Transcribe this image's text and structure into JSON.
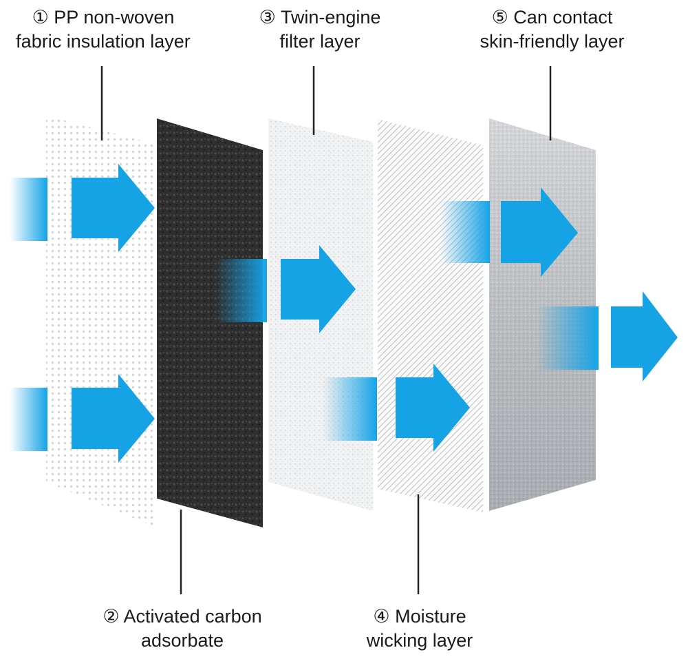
{
  "diagram": {
    "labels": {
      "layer_1": {
        "line1": "① PP non-woven",
        "line2": "fabric insulation layer"
      },
      "layer_2": {
        "line1": "② Activated carbon",
        "line2": "adsorbate"
      },
      "layer_3": {
        "line1": "③ Twin-engine",
        "line2": "filter layer"
      },
      "layer_4": {
        "line1": "④ Moisture",
        "line2": "wicking layer"
      },
      "layer_5": {
        "line1": "⑤ Can contact",
        "line2": "skin-friendly layer"
      }
    },
    "colors": {
      "arrow": "#15a3e6",
      "carbon": "#2b2b2b",
      "leader_line": "#222222"
    }
  }
}
